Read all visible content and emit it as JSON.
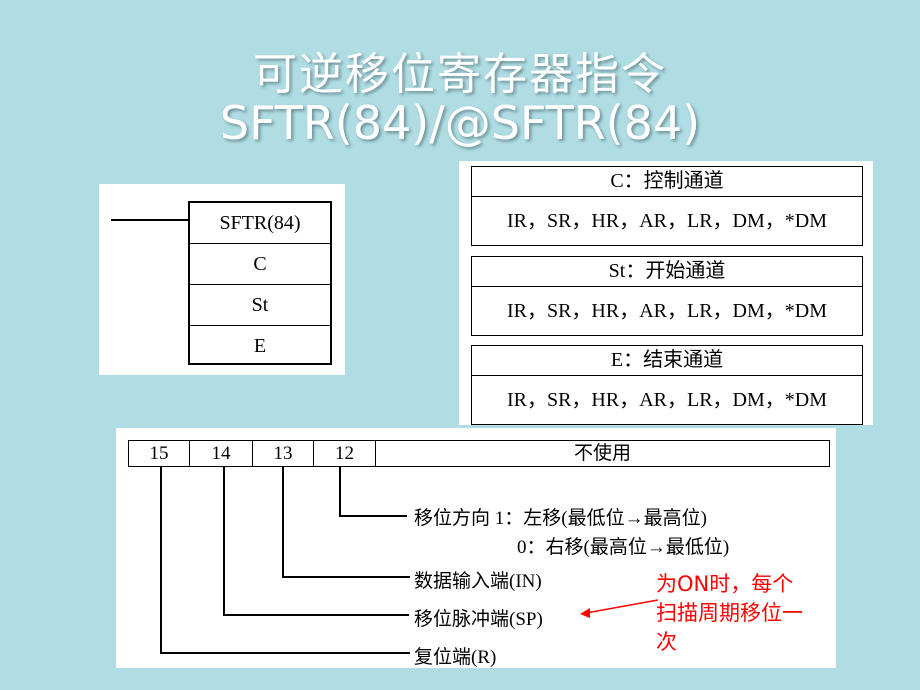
{
  "slide": {
    "title_line1": "可逆移位寄存器指令",
    "title_line2": "SFTR(84)/@SFTR(84)"
  },
  "ladder": {
    "instruction": "SFTR(84)",
    "operands": [
      "C",
      "St",
      "E"
    ]
  },
  "operand_areas": [
    {
      "header": "C：控制通道",
      "areas": "IR，SR，HR，AR，LR，DM，*DM"
    },
    {
      "header": "St：开始通道",
      "areas": "IR，SR，HR，AR，LR，DM，*DM"
    },
    {
      "header": "E：结束通道",
      "areas": "IR，SR，HR，AR，LR，DM，*DM"
    }
  ],
  "control_word": {
    "bits": [
      "15",
      "14",
      "13",
      "12"
    ],
    "unused_label": "不使用",
    "labels": {
      "direction_1": "移位方向 1：左移(最低位→最高位)",
      "direction_0": "0：右移(最高位→最低位)",
      "input": "数据输入端(IN)",
      "pulse": "移位脉冲端(SP)",
      "reset": "复位端(R)"
    },
    "note": "为ON时，每个扫描周期移位一次",
    "note_color": "#ff0000"
  }
}
